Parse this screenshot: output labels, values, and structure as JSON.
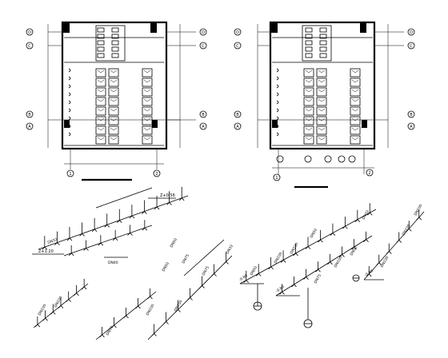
{
  "left_plan": {
    "grid_labels_left": [
      "D",
      "C",
      "B",
      "A"
    ],
    "grid_labels_right": [
      "D",
      "C",
      "B",
      "A"
    ],
    "grid_labels_bottom": [
      "1",
      "2"
    ]
  },
  "right_plan": {
    "grid_labels_left": [
      "D",
      "C",
      "B",
      "A"
    ],
    "grid_labels_right": [
      "D",
      "C",
      "B",
      "A"
    ],
    "grid_labels_bottom": [
      "1",
      "2"
    ]
  },
  "iso_left": {
    "elev_labels": [
      "Z+1.20",
      "Z+0.56"
    ],
    "pipe_labels": [
      "DN32",
      "DN40",
      "DN100",
      "DN100",
      "DN50",
      "DN50",
      "DN75",
      "DN75",
      "DN100",
      "DN100",
      "DN50",
      "DN32"
    ]
  },
  "iso_right": {
    "elev_labels": [
      "-0.80",
      "-0.80",
      "-0.80"
    ],
    "pipe_labels": [
      "DN50",
      "DN100",
      "DN100",
      "DN50",
      "DN32",
      "DN75",
      "DN100",
      "DN50",
      "DN100",
      "DN100",
      "DN100"
    ]
  }
}
